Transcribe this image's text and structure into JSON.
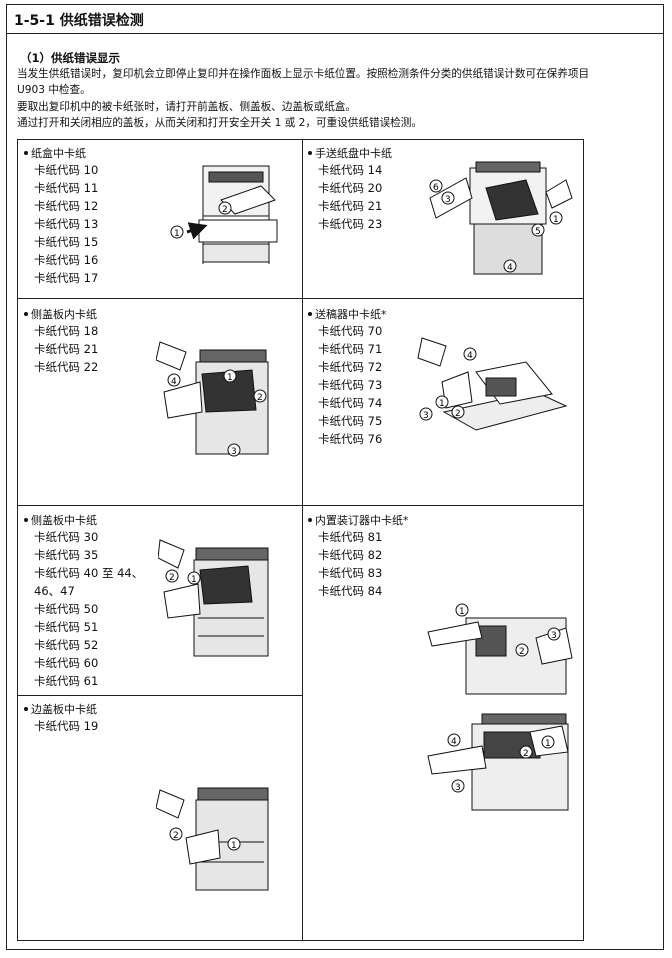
{
  "section_title": "1-5-1 供纸错误检测",
  "subsection_title": "（1）供纸错误显示",
  "intro_lines": [
    "当发生供纸错误时，复印机会立即停止复印并在操作面板上显示卡纸位置。按照检测条件分类的供纸错误计数可在保养项目",
    "U903 中检查。",
    "要取出复印机中的被卡纸张时，请打开前盖板、侧盖板、边盖板或纸盒。",
    "通过打开和关闭相应的盖板，从而关闭和打开安全开关 1 或 2，可重设供纸错误检测。"
  ],
  "cells": [
    {
      "title": "纸盒中卡纸",
      "codes": [
        "卡纸代码 10",
        "卡纸代码 11",
        "卡纸代码 12",
        "卡纸代码 13",
        "卡纸代码 15",
        "卡纸代码 16",
        "卡纸代码 17"
      ]
    },
    {
      "title": "手送纸盘中卡纸",
      "codes": [
        "卡纸代码 14",
        "卡纸代码 20",
        "卡纸代码 21",
        "卡纸代码 23"
      ]
    },
    {
      "title": "侧盖板内卡纸",
      "codes": [
        "卡纸代码 18",
        "卡纸代码 21",
        "卡纸代码 22"
      ]
    },
    {
      "title": "送稿器中卡纸*",
      "codes": [
        "卡纸代码 70",
        "卡纸代码 71",
        "卡纸代码 72",
        "卡纸代码 73",
        "卡纸代码 74",
        "卡纸代码 75",
        "卡纸代码 76"
      ]
    },
    {
      "title": "侧盖板中卡纸",
      "codes": [
        "卡纸代码 30",
        "卡纸代码 35",
        "卡纸代码 40 至 44、",
        "46、47",
        "卡纸代码 50",
        "卡纸代码 51",
        "卡纸代码 52",
        "卡纸代码 60",
        "卡纸代码 61"
      ]
    },
    {
      "title": "内置装订器中卡纸*",
      "codes": [
        "卡纸代码 81",
        "卡纸代码 82",
        "卡纸代码 83",
        "卡纸代码 84"
      ]
    },
    {
      "title": "边盖板中卡纸",
      "codes": [
        "卡纸代码 19"
      ]
    }
  ],
  "step_numbers": [
    "1",
    "2",
    "3",
    "4",
    "5",
    "6"
  ]
}
